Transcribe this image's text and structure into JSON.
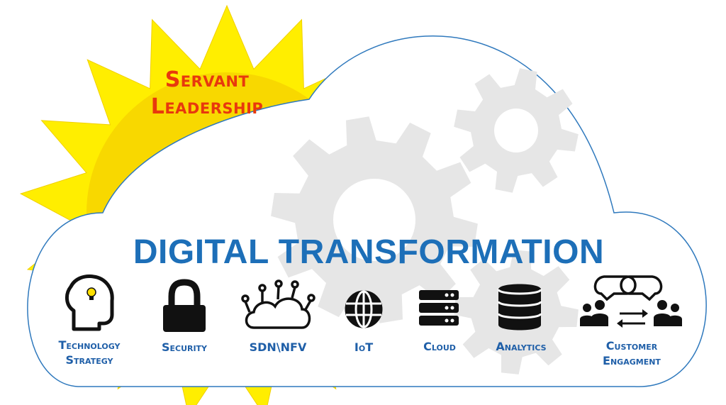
{
  "sun": {
    "line1": "Servant",
    "line2": "Leadership"
  },
  "title": "DIGITAL TRANSFORMATION",
  "items": [
    {
      "line1": "Technology",
      "line2": "Strategy",
      "icon": "head-lightbulb-icon"
    },
    {
      "line1": "Security",
      "line2": "",
      "icon": "padlock-icon"
    },
    {
      "line1": "SDN\\NFV",
      "line2": "",
      "icon": "network-cloud-icon"
    },
    {
      "line1": "IoT",
      "line2": "",
      "icon": "globe-icon"
    },
    {
      "line1": "Cloud",
      "line2": "",
      "icon": "server-rack-icon"
    },
    {
      "line1": "Analytics",
      "line2": "",
      "icon": "database-icon"
    },
    {
      "line1": "Customer",
      "line2": "Engagment",
      "icon": "people-exchange-icon"
    }
  ],
  "colors": {
    "sun_rays": "#ffee00",
    "sun_core": "#f7d600",
    "sun_text": "#e8380d",
    "cloud_outline": "#2f79bd",
    "gear": "#e6e6e6",
    "title": "#1d6fb8",
    "label": "#1f5fa8",
    "icon": "#111111"
  }
}
